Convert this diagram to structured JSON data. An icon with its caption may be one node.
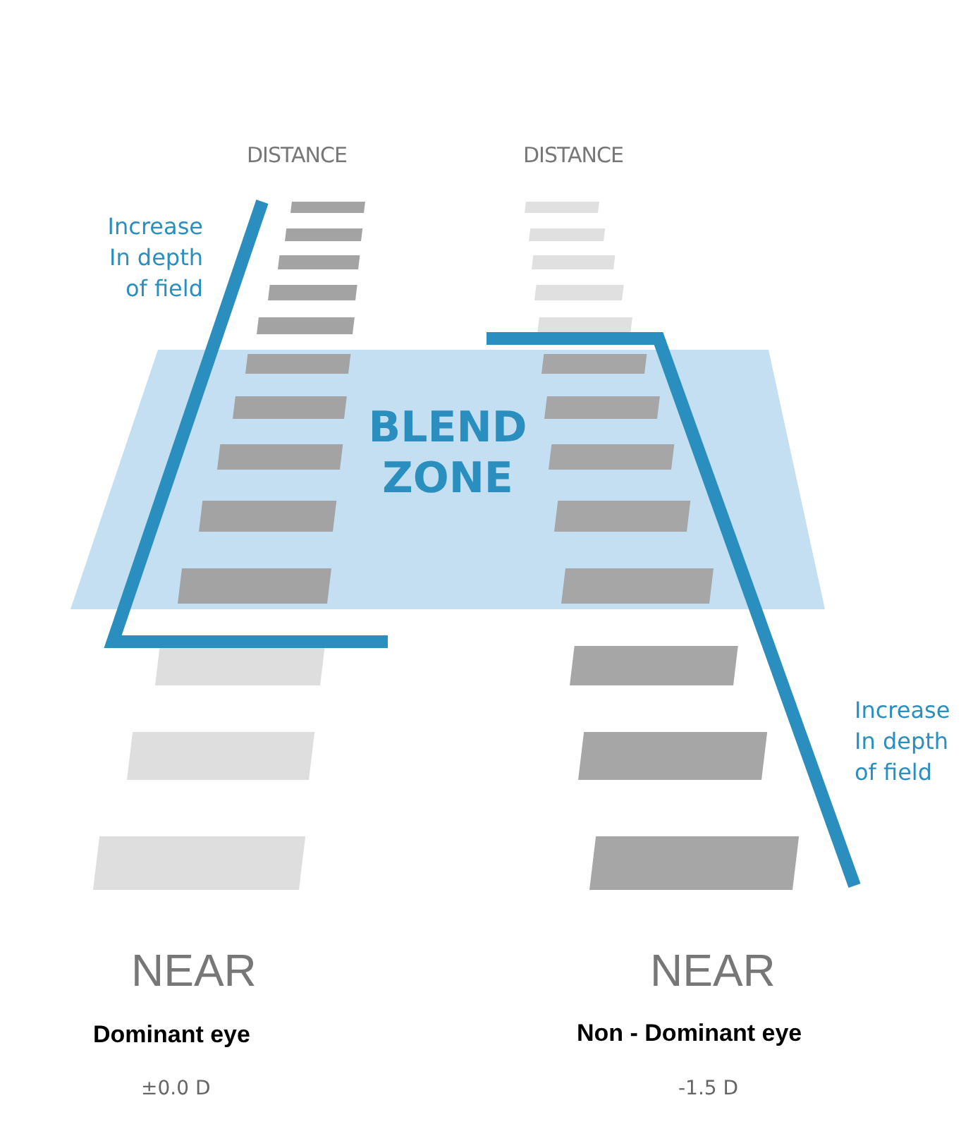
{
  "diagram": {
    "nodes": [
      {
        "text": [
          "BLEND ZONE"
        ]
      }
    ],
    "labels": [
      "DISTANCE",
      "DISTANCE",
      "Increase In depth of field",
      "Increase In depth of field",
      "NEAR",
      "NEAR",
      "Dominant eye",
      "Non - Dominant eye",
      "±0.0 D",
      "-1.5 D"
    ]
  }
}
